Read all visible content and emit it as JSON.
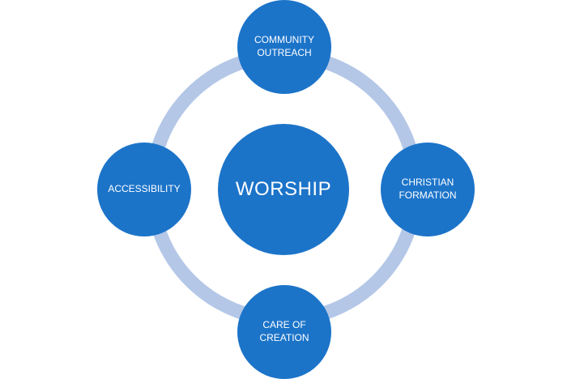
{
  "diagram": {
    "center_label": "WORSHIP",
    "nodes": {
      "top": {
        "line1": "COMMUNITY",
        "line2": "OUTREACH"
      },
      "right": {
        "line1": "CHRISTIAN",
        "line2": "FORMATION"
      },
      "bottom": {
        "line1": "CARE OF",
        "line2": "CREATION"
      },
      "left": {
        "line1": "ACCESSIBILITY"
      }
    },
    "colors": {
      "node_fill": "#1c74c9",
      "ring": "#b4c7e7",
      "text": "#ffffff"
    }
  }
}
